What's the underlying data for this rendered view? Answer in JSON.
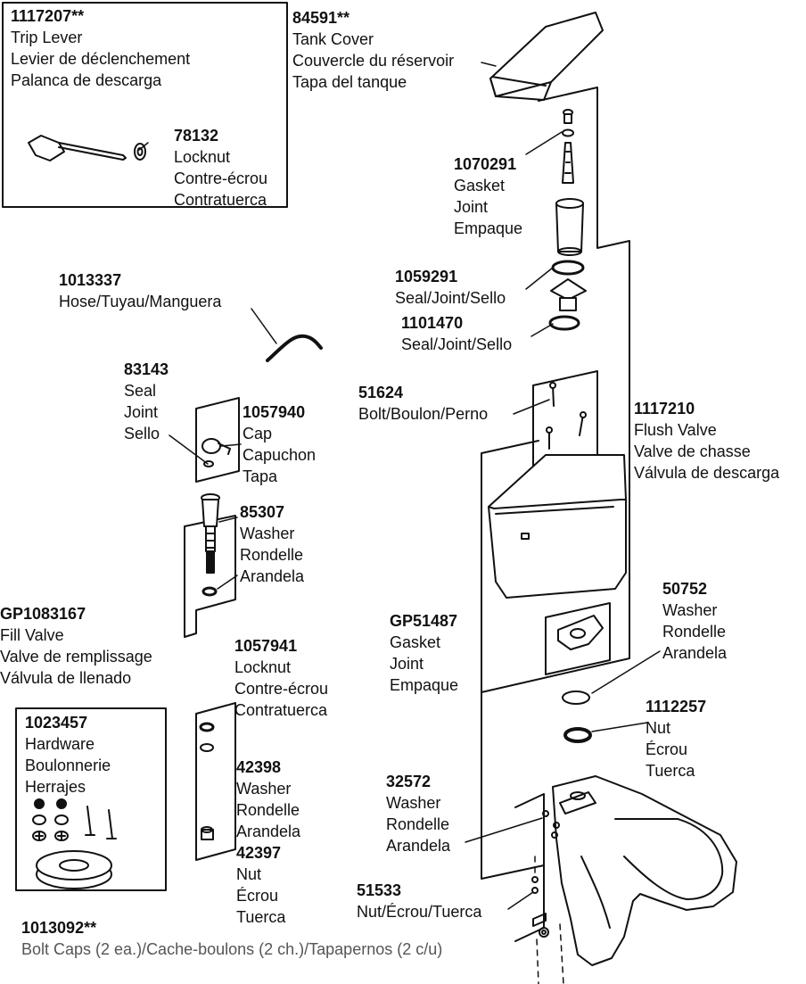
{
  "labels": {
    "trip_lever": {
      "part": "1117207**",
      "lines": [
        "Trip Lever",
        "Levier de déclenchement",
        "Palanca de descarga"
      ]
    },
    "trip_locknut": {
      "part": "78132",
      "lines": [
        "Locknut",
        "Contre-écrou",
        "Contratuerca"
      ]
    },
    "tank_cover": {
      "part": "84591**",
      "lines": [
        "Tank Cover",
        "Couvercle du réservoir",
        "Tapa del tanque"
      ]
    },
    "flush_gasket": {
      "part": "1070291",
      "lines": [
        "Gasket",
        "Joint",
        "Empaque"
      ]
    },
    "seal_a": {
      "part": "1059291",
      "lines": [
        "Seal/Joint/Sello"
      ]
    },
    "seal_b": {
      "part": "1101470",
      "lines": [
        "Seal/Joint/Sello"
      ]
    },
    "hose": {
      "part": "1013337",
      "lines": [
        "Hose/Tuyau/Manguera"
      ]
    },
    "fill_seal": {
      "part": "83143",
      "lines": [
        "Seal",
        "Joint",
        "Sello"
      ]
    },
    "cap": {
      "part": "1057940",
      "lines": [
        "Cap",
        "Capuchon",
        "Tapa"
      ]
    },
    "fill_washer": {
      "part": "85307",
      "lines": [
        "Washer",
        "Rondelle",
        "Arandela"
      ]
    },
    "bolt": {
      "part": "51624",
      "lines": [
        "Bolt/Boulon/Perno"
      ]
    },
    "flush_valve": {
      "part": "1117210",
      "lines": [
        "Flush Valve",
        "Valve de chasse",
        "Válvula de descarga"
      ]
    },
    "fill_valve": {
      "part": "GP1083167",
      "lines": [
        "Fill Valve",
        "Valve de remplissage",
        "Válvula de llenado"
      ]
    },
    "locknut": {
      "part": "1057941",
      "lines": [
        "Locknut",
        "Contre-écrou",
        "Contratuerca"
      ]
    },
    "washer_50752": {
      "part": "50752",
      "lines": [
        "Washer",
        "Rondelle",
        "Arandela"
      ]
    },
    "gasket_gp": {
      "part": "GP51487",
      "lines": [
        "Gasket",
        "Joint",
        "Empaque"
      ]
    },
    "nut_1112257": {
      "part": "1112257",
      "lines": [
        "Nut",
        "Écrou",
        "Tuerca"
      ]
    },
    "hardware": {
      "part": "1023457",
      "lines": [
        "Hardware",
        "Boulonnerie",
        "Herrajes"
      ]
    },
    "washer_42398": {
      "part": "42398",
      "lines": [
        "Washer",
        "Rondelle",
        "Arandela"
      ]
    },
    "washer_32572": {
      "part": "32572",
      "lines": [
        "Washer",
        "Rondelle",
        "Arandela"
      ]
    },
    "nut_42397": {
      "part": "42397",
      "lines": [
        "Nut",
        "Écrou",
        "Tuerca"
      ]
    },
    "nut_51533": {
      "part": "51533",
      "lines": [
        "Nut/Écrou/Tuerca"
      ]
    },
    "bolt_caps": {
      "part": "1013092**",
      "lines": [
        "Bolt Caps (2 ea.)/Cache-boulons (2 ch.)/Tapapernos (2 c/u)"
      ]
    }
  }
}
